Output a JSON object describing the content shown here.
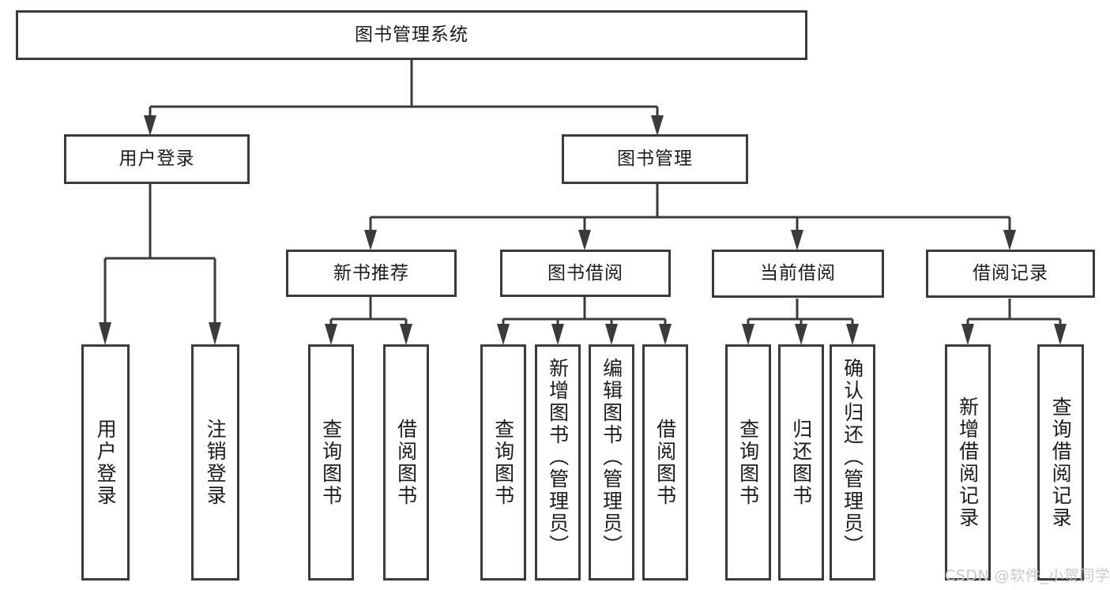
{
  "diagram": {
    "type": "tree",
    "title": "图书管理系统",
    "watermark": "CSDN @软件_小贺同学",
    "nodes": {
      "root": {
        "label": "图书管理系统"
      },
      "user_login": {
        "label": "用户登录"
      },
      "book_manage": {
        "label": "图书管理"
      },
      "new_book_rec": {
        "label": "新书推荐"
      },
      "book_borrow": {
        "label": "图书借阅"
      },
      "current_borrow": {
        "label": "当前借阅"
      },
      "borrow_record": {
        "label": "借阅记录"
      },
      "leaf_user_login": {
        "label": "用户登录"
      },
      "leaf_logout": {
        "label": "注销登录"
      },
      "leaf_query_book_1": {
        "label": "查询图书"
      },
      "leaf_borrow_book_1": {
        "label": "借阅图书"
      },
      "leaf_query_book_2": {
        "label": "查询图书"
      },
      "leaf_add_book": {
        "label": "新增图书（管理员）"
      },
      "leaf_edit_book": {
        "label": "编辑图书（管理员）"
      },
      "leaf_borrow_book_2": {
        "label": "借阅图书"
      },
      "leaf_query_book_3": {
        "label": "查询图书"
      },
      "leaf_return_book": {
        "label": "归还图书"
      },
      "leaf_confirm_return": {
        "label": "确认归还（管理员）"
      },
      "leaf_add_record": {
        "label": "新增借阅记录"
      },
      "leaf_query_record": {
        "label": "查询借阅记录"
      }
    },
    "edges": [
      {
        "from": "root",
        "to": "user_login"
      },
      {
        "from": "root",
        "to": "book_manage"
      },
      {
        "from": "user_login",
        "to": "leaf_user_login"
      },
      {
        "from": "user_login",
        "to": "leaf_logout"
      },
      {
        "from": "book_manage",
        "to": "new_book_rec"
      },
      {
        "from": "book_manage",
        "to": "book_borrow"
      },
      {
        "from": "book_manage",
        "to": "current_borrow"
      },
      {
        "from": "book_manage",
        "to": "borrow_record"
      },
      {
        "from": "new_book_rec",
        "to": "leaf_query_book_1"
      },
      {
        "from": "new_book_rec",
        "to": "leaf_borrow_book_1"
      },
      {
        "from": "book_borrow",
        "to": "leaf_query_book_2"
      },
      {
        "from": "book_borrow",
        "to": "leaf_add_book"
      },
      {
        "from": "book_borrow",
        "to": "leaf_edit_book"
      },
      {
        "from": "book_borrow",
        "to": "leaf_borrow_book_2"
      },
      {
        "from": "current_borrow",
        "to": "leaf_query_book_3"
      },
      {
        "from": "current_borrow",
        "to": "leaf_return_book"
      },
      {
        "from": "current_borrow",
        "to": "leaf_confirm_return"
      },
      {
        "from": "borrow_record",
        "to": "leaf_add_record"
      },
      {
        "from": "borrow_record",
        "to": "leaf_query_record"
      }
    ],
    "colors": {
      "stroke": "#3b3b3b",
      "fill": "#ffffff",
      "text": "#1b1b1b",
      "watermark": "#c9c9c9"
    }
  }
}
